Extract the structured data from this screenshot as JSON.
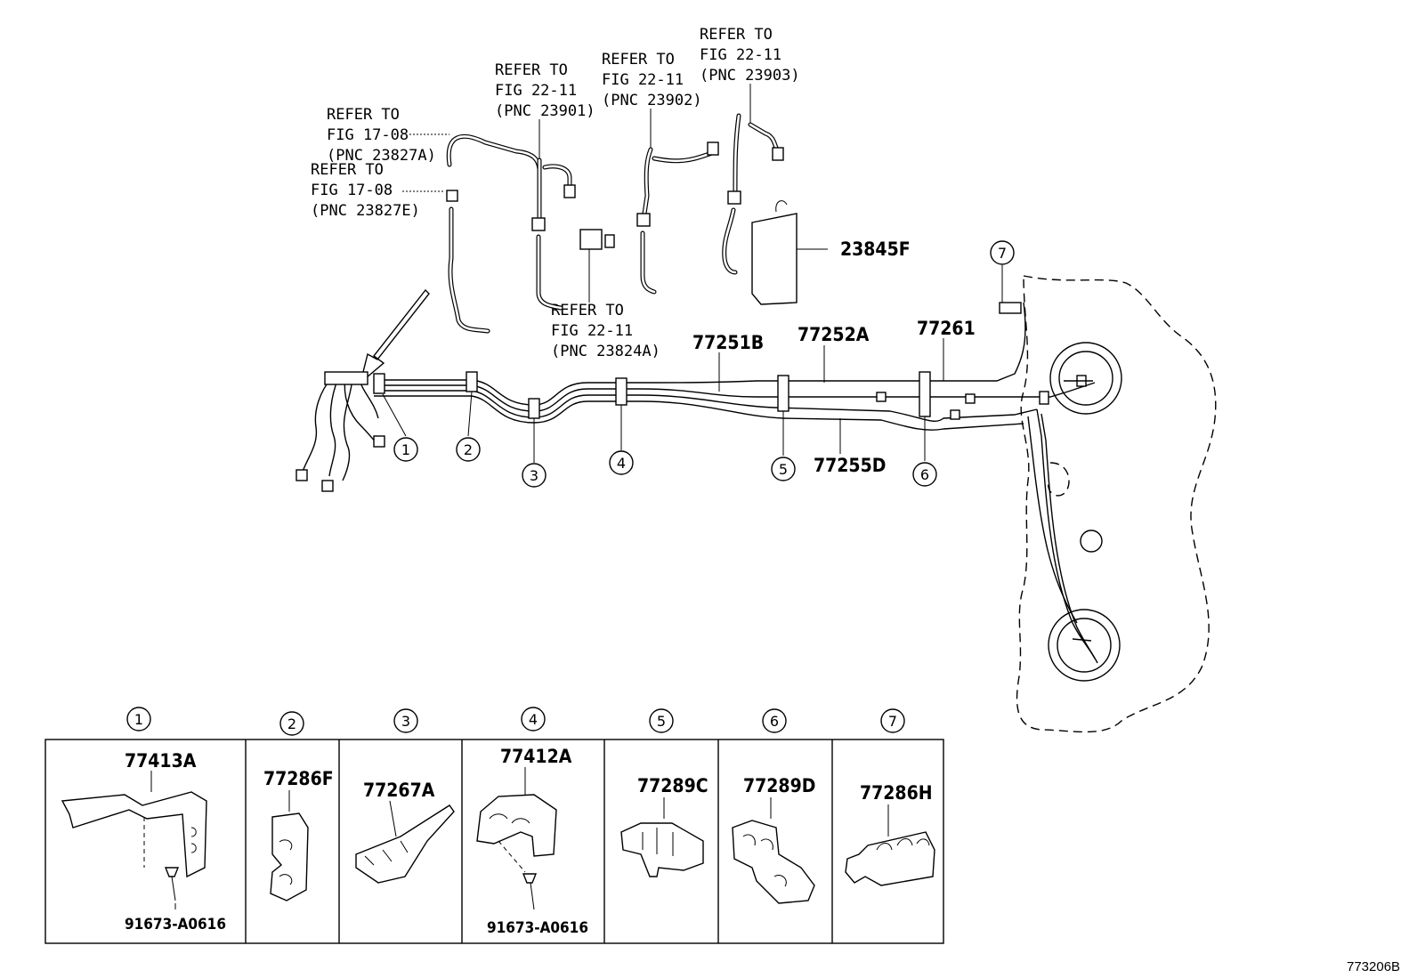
{
  "refs": {
    "r23827a": [
      "REFER TO",
      "FIG 17-08",
      "(PNC 23827A)"
    ],
    "r23827e": [
      "REFER TO",
      "FIG 17-08",
      "(PNC 23827E)"
    ],
    "r23901": [
      "REFER TO",
      "FIG 22-11",
      "(PNC 23901)"
    ],
    "r23902": [
      "REFER TO",
      "FIG 22-11",
      "(PNC 23902)"
    ],
    "r23903": [
      "REFER TO",
      "FIG 22-11",
      "(PNC 23903)"
    ],
    "r23824a": [
      "REFER TO",
      "FIG 22-11",
      "(PNC 23824A)"
    ]
  },
  "labels": {
    "p23845f": "23845F",
    "p77251b": "77251B",
    "p77252a": "77252A",
    "p77261": "77261",
    "p77255d": "77255D"
  },
  "callouts": [
    "1",
    "2",
    "3",
    "4",
    "5",
    "6",
    "7"
  ],
  "detail_boxes": [
    {
      "num": "1",
      "part": "77413A",
      "bolt": "91673-A0616"
    },
    {
      "num": "2",
      "part": "77286F"
    },
    {
      "num": "3",
      "part": "77267A"
    },
    {
      "num": "4",
      "part": "77412A",
      "bolt": "91673-A0616"
    },
    {
      "num": "5",
      "part": "77289C"
    },
    {
      "num": "6",
      "part": "77289D"
    },
    {
      "num": "7",
      "part": "77286H"
    }
  ],
  "figure_code": "773206B"
}
